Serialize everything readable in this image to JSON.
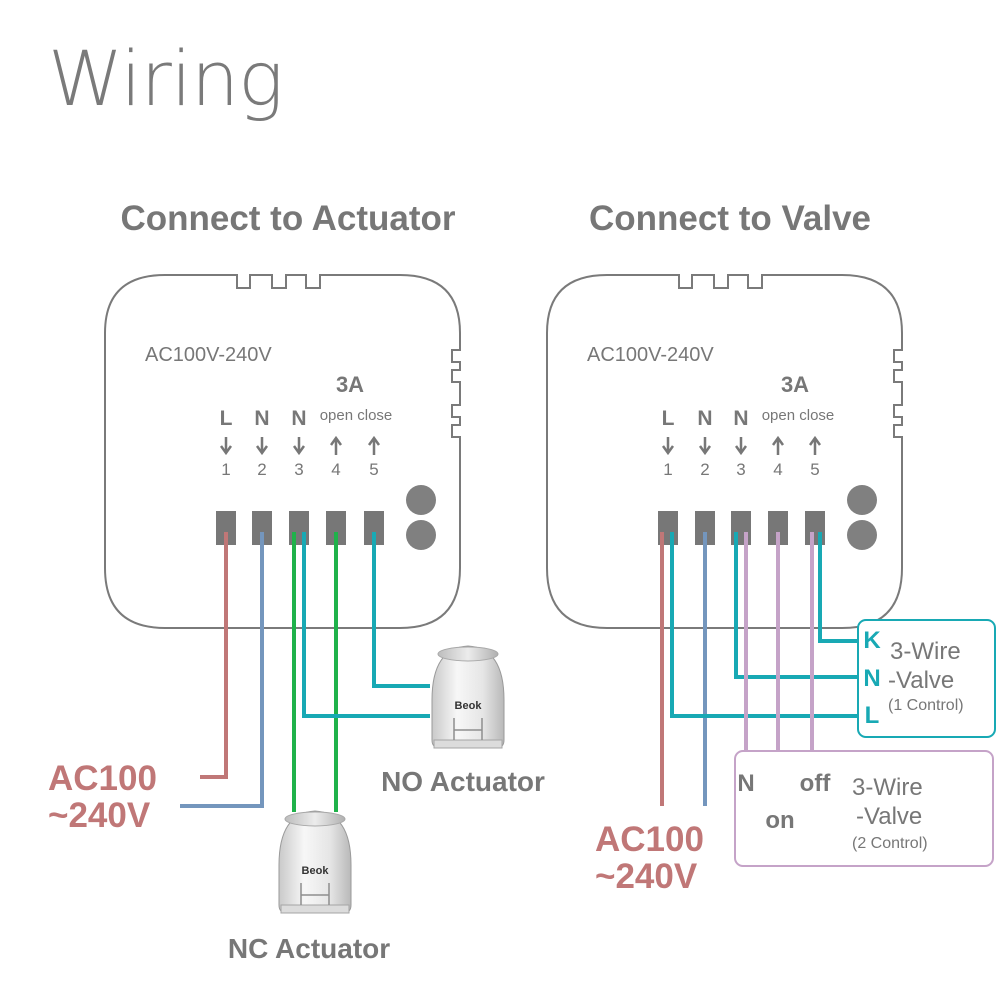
{
  "title": "Wiring",
  "colors": {
    "live": "#c07777",
    "neutral": "#7496bd",
    "teal": "#18a9b4",
    "green": "#1fb24a",
    "purple": "#c5a3c8",
    "gray_text": "#777777",
    "terminal": "#777777"
  },
  "left": {
    "heading": "Connect to Actuator",
    "voltage": "AC100V-240V",
    "amps": "3A",
    "open_close": "open close",
    "terminals": [
      {
        "letter": "L",
        "number": "1",
        "arrow": "down"
      },
      {
        "letter": "N",
        "number": "2",
        "arrow": "down"
      },
      {
        "letter": "N",
        "number": "3",
        "arrow": "down"
      },
      {
        "letter": "",
        "number": "4",
        "arrow": "up"
      },
      {
        "letter": "",
        "number": "5",
        "arrow": "up"
      }
    ],
    "supply_line1": "AC100",
    "supply_line2": "~240V",
    "no_actuator": "NO Actuator",
    "nc_actuator": "NC Actuator",
    "actuator_brand": "Beok"
  },
  "right": {
    "heading": "Connect to Valve",
    "voltage": "AC100V-240V",
    "amps": "3A",
    "open_close": "open close",
    "terminals": [
      {
        "letter": "L",
        "number": "1",
        "arrow": "down"
      },
      {
        "letter": "N",
        "number": "2",
        "arrow": "down"
      },
      {
        "letter": "N",
        "number": "3",
        "arrow": "down"
      },
      {
        "letter": "",
        "number": "4",
        "arrow": "up"
      },
      {
        "letter": "",
        "number": "5",
        "arrow": "up"
      }
    ],
    "supply_line1": "AC100",
    "supply_line2": "~240V",
    "valve1": {
      "letters": [
        "K",
        "N",
        "L"
      ],
      "line1": "3-Wire",
      "line2": "-Valve",
      "line3": "(1 Control)"
    },
    "valve2": {
      "n_label": "N",
      "on_label": "on",
      "off_label": "off",
      "line1": "3-Wire",
      "line2": "-Valve",
      "line3": "(2 Control)"
    }
  }
}
